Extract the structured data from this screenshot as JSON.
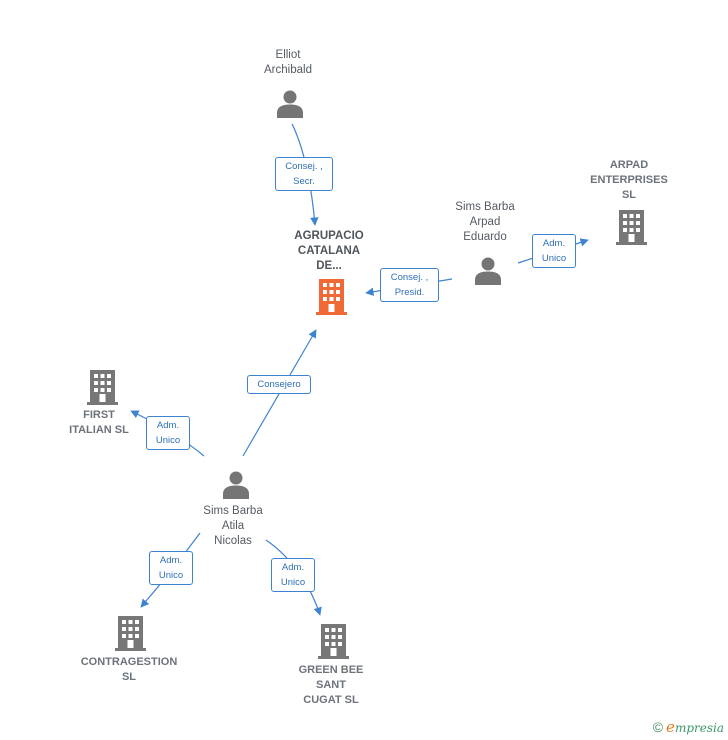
{
  "nodes": {
    "elliot": {
      "label": "Elliot\nArchibald",
      "kind": "person"
    },
    "agrupacio": {
      "label": "AGRUPACIO\nCATALANA\nDE...",
      "kind": "main-company"
    },
    "sims_arpad": {
      "label": "Sims Barba\nArpad\nEduardo",
      "kind": "person"
    },
    "arpad_ent": {
      "label": "ARPAD\nENTERPRISES\nSL",
      "kind": "company"
    },
    "first_italian": {
      "label": "FIRST\nITALIAN  SL",
      "kind": "company"
    },
    "sims_atila": {
      "label": "Sims Barba\nAtila\nNicolas",
      "kind": "person"
    },
    "contragestion": {
      "label": "CONTRAGESTION\nSL",
      "kind": "company"
    },
    "green_bee": {
      "label": "GREEN BEE\nSANT\nCUGAT  SL",
      "kind": "company"
    }
  },
  "edges": {
    "elliot_agrupacio": "Consej. ,\nSecr.",
    "sims_arpad_agrupacio": "Consej. ,\nPresid.",
    "sims_arpad_arpad_ent": "Adm.\nUnico",
    "sims_atila_agrupacio": "Consejero",
    "sims_atila_first_italian": "Adm.\nUnico",
    "sims_atila_contragestion": "Adm.\nUnico",
    "sims_atila_green_bee": "Adm.\nUnico"
  },
  "colors": {
    "edge": "#3e83d2",
    "person_icon": "#757575",
    "company_icon": "#777777",
    "main_company_icon": "#f06a35"
  },
  "footer": {
    "copyright_symbol": "©",
    "brand_first": "e",
    "brand_rest": "mpresia"
  }
}
